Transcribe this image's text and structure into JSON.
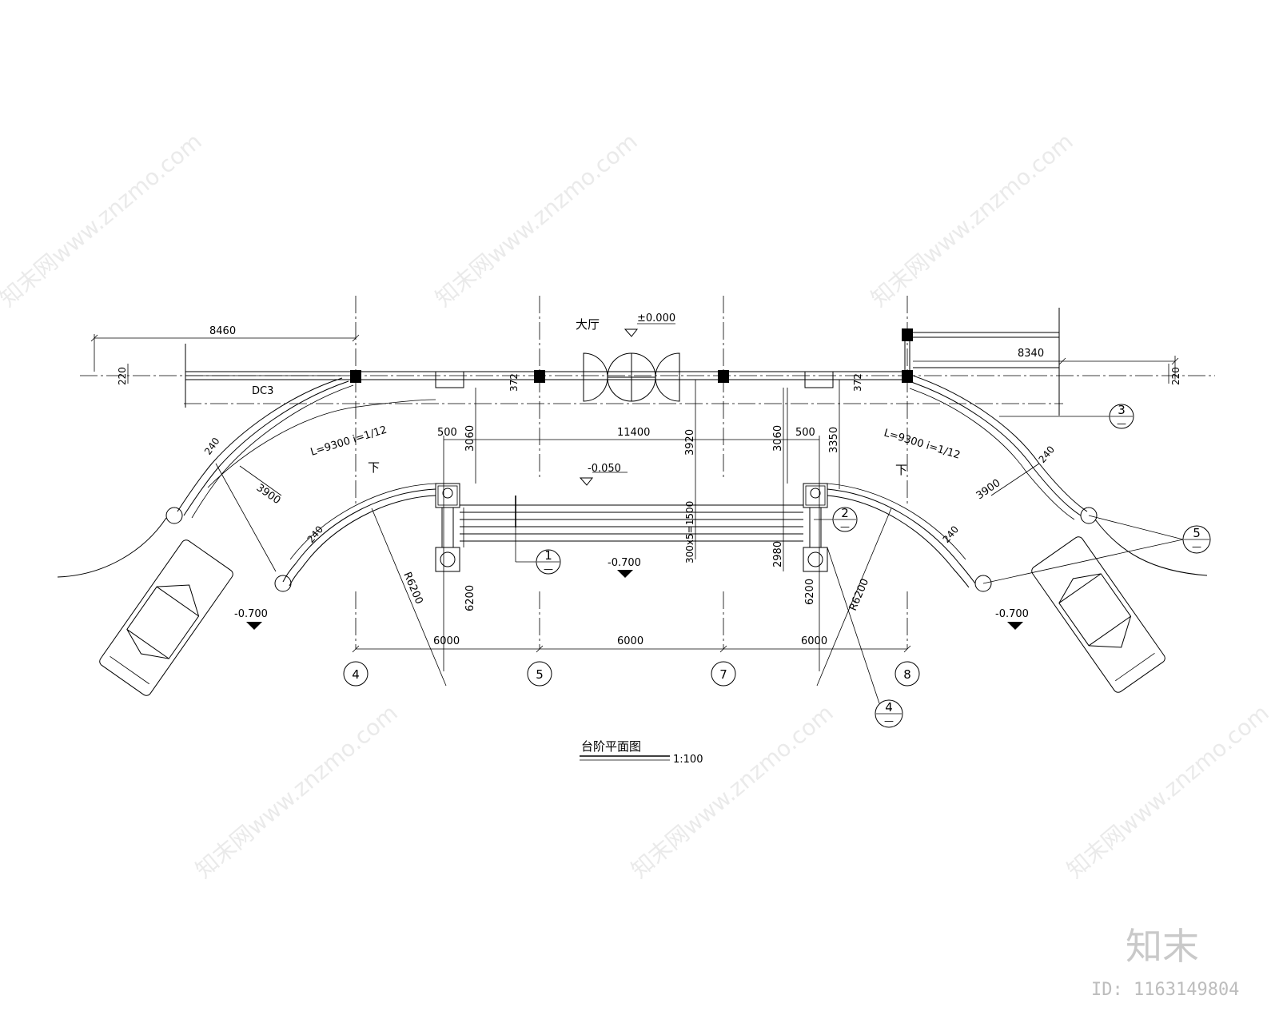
{
  "title": "台阶平面图",
  "scale": "1:100",
  "room": {
    "name": "大厅",
    "level": "±0.000"
  },
  "levels": {
    "platform": "-0.050",
    "mid": "-0.700",
    "left": "-0.700",
    "right": "-0.700"
  },
  "door_tag": "DC3",
  "ramp": {
    "left_label": "L=9300  i=1/12",
    "right_label": "L=9300  i=1/12",
    "down": "下"
  },
  "dims": {
    "top_left": "8460",
    "top_right": "8340",
    "h220_left": "220",
    "h220_right": "220",
    "d372_left": "372",
    "d372_right": "372",
    "d500_left": "500",
    "d500_right": "500",
    "d3060_left": "3060",
    "d3060_right": "3060",
    "d3350": "3350",
    "d3920": "3920",
    "d11400": "11400",
    "d3900_left": "3900",
    "d3900_right": "3900",
    "stairs": "300x5=1500",
    "d2980": "2980",
    "d6200_left": "6200",
    "d6200_right": "6200",
    "r6200_left": "R6200",
    "r6200_right": "R6200",
    "d240_a": "240",
    "d240_b": "240",
    "d240_c": "240",
    "d240_d": "240",
    "bays": [
      "6000",
      "6000",
      "6000"
    ]
  },
  "axes": [
    "4",
    "5",
    "7",
    "8"
  ],
  "details": [
    {
      "num": "1",
      "sub": "—"
    },
    {
      "num": "2",
      "sub": "—"
    },
    {
      "num": "3",
      "sub": "—"
    },
    {
      "num": "4",
      "sub": "—"
    },
    {
      "num": "5",
      "sub": "—"
    }
  ],
  "watermark": {
    "text": "知末网www.znzmo.com",
    "brand": "知末",
    "id": "ID: 1163149804"
  }
}
